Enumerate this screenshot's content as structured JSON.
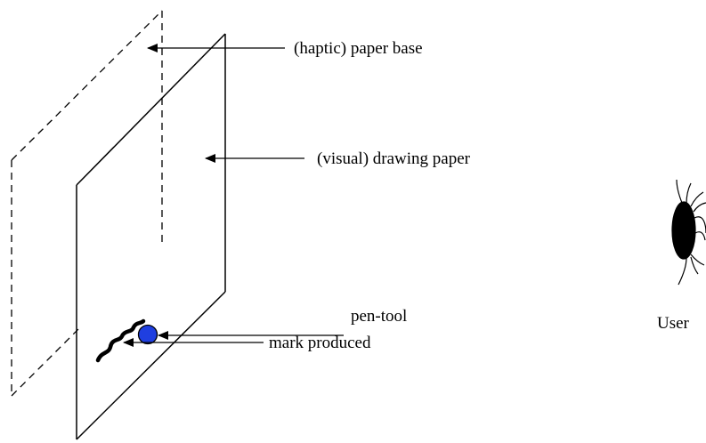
{
  "labels": {
    "paper_base": "(haptic) paper base",
    "drawing_paper": "(visual) drawing paper",
    "pen_tool": "pen-tool",
    "mark_produced": "mark produced",
    "user": "User"
  },
  "colors": {
    "line": "#000000",
    "pen_tool_fill": "#1f3fe0",
    "eye_fill": "#000000",
    "background": "#ffffff"
  },
  "icons": {
    "pen_tool": "blue-circle",
    "user": "eye-icon",
    "mark": "squiggle"
  }
}
